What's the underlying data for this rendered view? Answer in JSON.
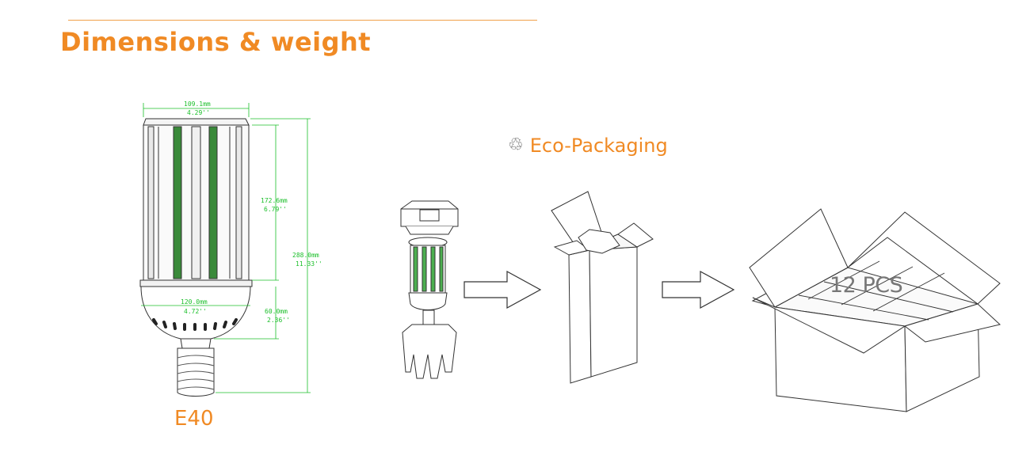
{
  "header": {
    "title": "Dimensions & weight"
  },
  "packaging": {
    "label": "Eco-Packaging",
    "icon": "recycle-icon",
    "box_quantity": "12 PCS"
  },
  "product": {
    "base_type": "E40"
  },
  "dimensions": {
    "width_top_mm": "109.1mm",
    "width_top_in": "4.29''",
    "led_height_mm": "172.6mm",
    "led_height_in": "6.79''",
    "total_height_mm": "288.0mm",
    "total_height_in": "11.33''",
    "width_bottom_mm": "120.0mm",
    "width_bottom_in": "4.72''",
    "body_height_mm": "60.0mm",
    "body_height_in": "2.36''"
  },
  "colors": {
    "accent": "#f08a24",
    "dimension_lines": "#1bbf2a"
  }
}
